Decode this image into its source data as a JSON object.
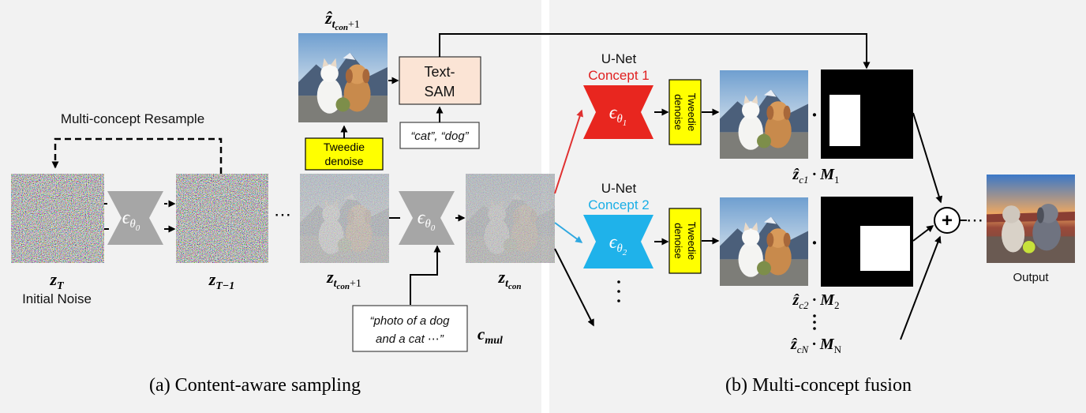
{
  "panel_a": {
    "caption": "(a) Content-aware sampling",
    "resample_label": "Multi-concept Resample",
    "zT_label": "z",
    "zT_sub": "T",
    "initial_noise": "Initial Noise",
    "zT1_label": "z",
    "zT1_sub": "T−1",
    "ztcon1_label": "z",
    "ztcon1_sub": "t",
    "ztcon1_subsub": "con",
    "ztcon1_suffix": "+1",
    "ztcon_label": "z",
    "ztcon_sub": "t",
    "ztcon_subsub": "con",
    "zhat_label": "ẑ",
    "zhat_sub": "t",
    "zhat_subsub": "con",
    "zhat_suffix": "+1",
    "eps": "ϵ",
    "theta": "θ",
    "theta0": "0",
    "ellipsis": "⋯",
    "tweedie_line1": "Tweedie",
    "tweedie_line2": "denoise",
    "textsam_line1": "Text-",
    "textsam_line2": "SAM",
    "cat_dog": "“cat”, “dog”",
    "prompt_line1": "“photo of a dog",
    "prompt_line2": "and a cat ⋯”",
    "cmul_c": "c",
    "cmul_sub": "mul"
  },
  "panel_b": {
    "caption": "(b) Multi-concept fusion",
    "unet1": "U-Net",
    "concept1": "Concept 1",
    "unet2": "U-Net",
    "concept2": "Concept 2",
    "theta1": "1",
    "theta2": "2",
    "tweedie_line1": "Tweedie",
    "tweedie_line2": "denoise",
    "zc1": "ẑ",
    "zc1_sub": "c1",
    "m1": "M",
    "m1_sub": "1",
    "zc2": "ẑ",
    "zc2_sub": "c2",
    "m2": "M",
    "m2_sub": "2",
    "zcN": "ẑ",
    "zcN_sub": "cN",
    "mN": "M",
    "mN_sub": "N",
    "dot": "·",
    "plus": "+",
    "ellipsis": "⋯",
    "output": "Output"
  },
  "colors": {
    "panel_bg": "#f2f2f2",
    "gray_unet": "#a6a6a6",
    "red_unet": "#e8261f",
    "blue_unet": "#1fb2ea",
    "concept1": "#e02020",
    "concept2": "#19aee6",
    "tweedie": "#ffff00",
    "textsam": "#fbe4d5",
    "red_arrow": "#e03030",
    "blue_arrow": "#2fa8e0"
  }
}
